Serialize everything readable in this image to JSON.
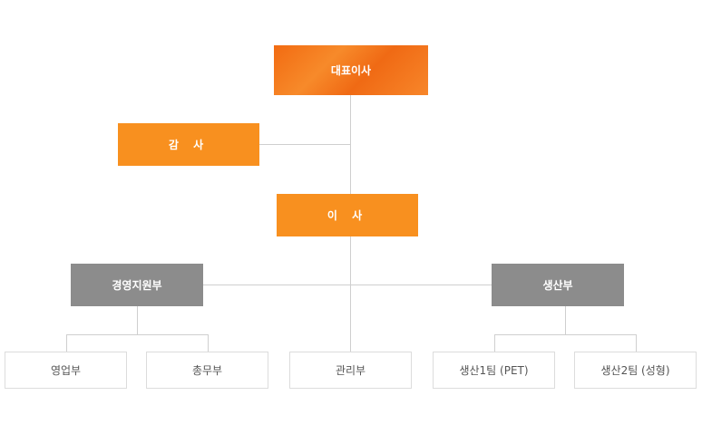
{
  "org": {
    "ceo": "대표이사",
    "auditor": "감 사",
    "director": "이 사",
    "management": "경영지원부",
    "production": "생산부",
    "sales": "영업부",
    "general_affairs": "총무부",
    "administration": "관리부",
    "production_team_1": "생산1팀 (PET)",
    "production_team_2": "생산2팀 (성형)"
  },
  "colors": {
    "orange_primary": "#f26b12",
    "orange": "#f8901f",
    "gray": "#8c8c8c",
    "line": "#cfcfcf"
  }
}
